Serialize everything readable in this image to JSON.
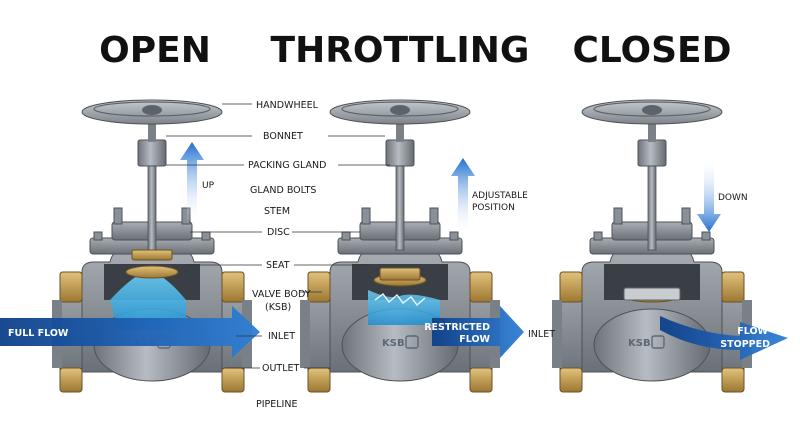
{
  "titles": {
    "open": "OPEN",
    "throttling": "THROTTLING",
    "closed": "CLOSED"
  },
  "labels": {
    "handwheel": "HANDWHEEL",
    "bonnet": "BONNET",
    "packing_gland": "PACKING GLAND",
    "gland_bolts": "GLAND BOLTS",
    "stem": "STEM",
    "disc": "DISC",
    "seat": "SEAT",
    "valve_body_line1": "VALVE BODY",
    "valve_body_line2": "(KSB)",
    "inlet": "INLET",
    "outlet": "OUTLET",
    "pipeline": "PIPELINE",
    "inlet_right": "INLET"
  },
  "arrows": {
    "up": "UP",
    "adjustable_line1": "ADJUSTABLE",
    "adjustable_line2": "POSITION",
    "down": "DOWN"
  },
  "flows": {
    "full_flow": "FULL FLOW",
    "restricted_line1": "RESTRICTED",
    "restricted_line2": "FLOW",
    "stopped_line1": "FLOW",
    "stopped_line2": "STOPPED"
  },
  "brand": "KSB",
  "colors": {
    "flow_blue": "#1565c0",
    "water_blue": "#29a8e0",
    "brass": "#c9a14a",
    "steel": "#8c9299"
  }
}
